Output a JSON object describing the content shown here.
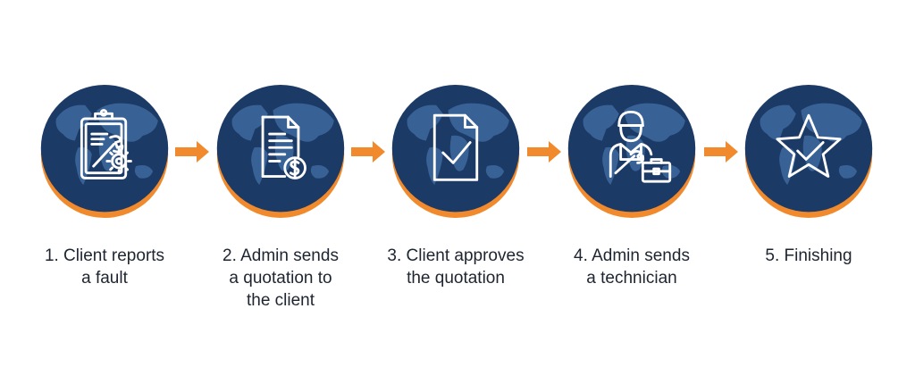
{
  "colors": {
    "disc": "#1c3a66",
    "map": "#3d6a9f",
    "accent": "#f18a2c",
    "text": "#1e2530"
  },
  "steps": [
    {
      "icon": "clipboard-wrench-gear-icon",
      "line1": "1. Client reports",
      "line2": "a fault",
      "line3": ""
    },
    {
      "icon": "invoice-dollar-icon",
      "line1": "2. Admin sends",
      "line2": "a quotation to",
      "line3": "the client"
    },
    {
      "icon": "document-check-icon",
      "line1": "3. Client approves",
      "line2": "the quotation",
      "line3": ""
    },
    {
      "icon": "technician-toolbox-icon",
      "line1": "4. Admin sends",
      "line2": "a technician",
      "line3": ""
    },
    {
      "icon": "star-check-icon",
      "line1": "5. Finishing",
      "line2": "",
      "line3": ""
    }
  ]
}
